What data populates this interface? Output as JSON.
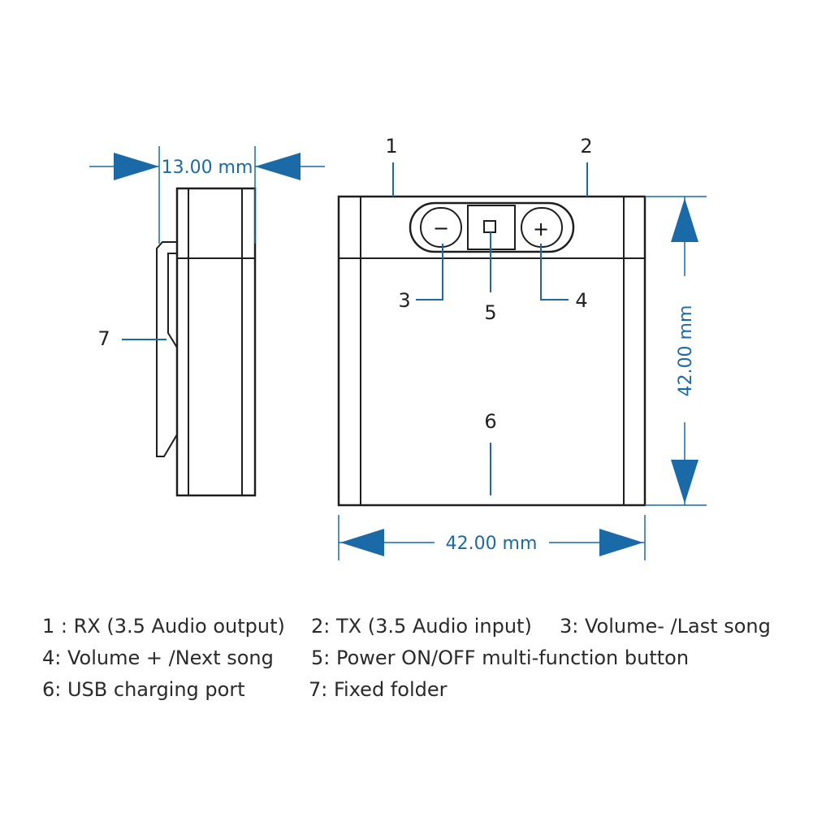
{
  "callouts": {
    "c1": "1",
    "c2": "2",
    "c3": "3",
    "c4": "4",
    "c5": "5",
    "c6": "6",
    "c7": "7"
  },
  "dimensions": {
    "thickness": "13.00 mm",
    "height": "42.00 mm",
    "width": "42.00 mm"
  },
  "buttons": {
    "minus": "−",
    "power": "□",
    "plus": "+"
  },
  "legend": [
    "1 :  RX (3.5 Audio output)",
    "2: TX (3.5 Audio input)",
    "3: Volume- /Last song",
    "4: Volume + /Next song",
    "5: Power ON/OFF multi-function button",
    "6: USB charging port",
    "7: Fixed folder"
  ],
  "colors": {
    "dimension": "#1a6aa8",
    "outline": "#1e1e1e"
  }
}
